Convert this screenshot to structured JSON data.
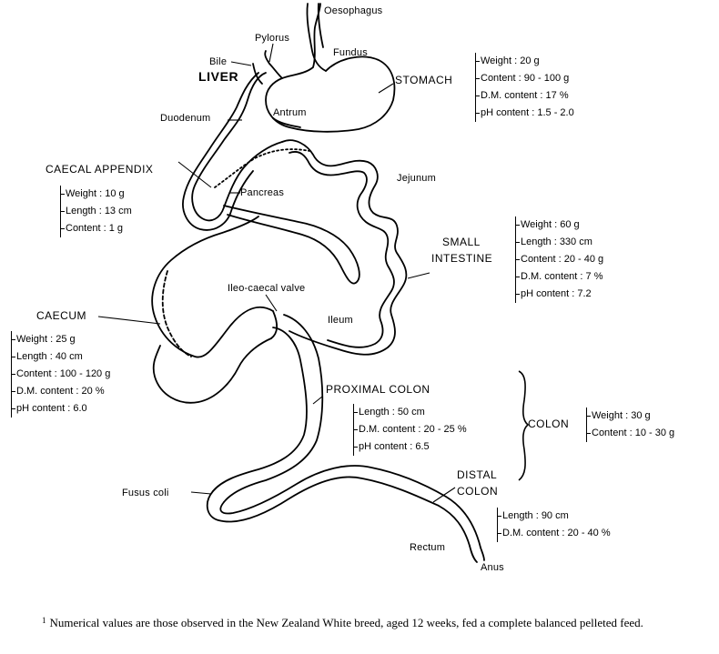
{
  "labels": {
    "oesophagus": "Oesophagus",
    "pylorus": "Pylorus",
    "fundus": "Fundus",
    "bile": "Bile",
    "liver": "LIVER",
    "stomach": "STOMACH",
    "antrum": "Antrum",
    "duodenum": "Duodenum",
    "caecal_appendix": "CAECAL APPENDIX",
    "pancreas": "Pancreas",
    "jejunum": "Jejunum",
    "small_intestine_1": "SMALL",
    "small_intestine_2": "INTESTINE",
    "ileo_caecal_valve": "Ileo-caecal valve",
    "caecum": "CAECUM",
    "ileum": "Ileum",
    "proximal_colon": "PROXIMAL COLON",
    "colon": "COLON",
    "distal_colon_1": "DISTAL",
    "distal_colon_2": "COLON",
    "fusus_coli": "Fusus coli",
    "rectum": "Rectum",
    "anus": "Anus"
  },
  "stats": {
    "stomach": [
      "Weight : 20 g",
      "Content : 90 - 100 g",
      "D.M. content : 17 %",
      "pH content : 1.5 - 2.0"
    ],
    "caecal_appendix": [
      "Weight : 10 g",
      "Length : 13 cm",
      "Content : 1 g"
    ],
    "small_intestine": [
      "Weight : 60 g",
      "Length : 330 cm",
      "Content : 20 - 40 g",
      "D.M. content : 7 %",
      "pH content : 7.2"
    ],
    "caecum": [
      "Weight : 25 g",
      "Length : 40 cm",
      "Content : 100 - 120 g",
      "D.M. content : 20 %",
      "pH content : 6.0"
    ],
    "proximal_colon": [
      "Length : 50 cm",
      "D.M. content : 20 - 25 %",
      "pH content : 6.5"
    ],
    "colon": [
      "Weight : 30 g",
      "Content : 10 - 30 g"
    ],
    "distal_colon": [
      "Length : 90 cm",
      "D.M. content : 20 - 40 %"
    ]
  },
  "footnote": {
    "mark": "1",
    "text": "Numerical values are those observed in the New Zealand White breed, aged 12 weeks, fed a complete balanced pelleted feed."
  }
}
